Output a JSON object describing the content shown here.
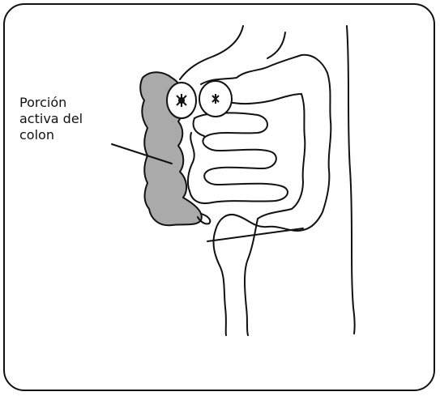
{
  "label": {
    "lines": [
      "Porción",
      "activa del",
      "colon"
    ]
  },
  "colors": {
    "outline": "#111111",
    "active_fill": "#aaaaaa",
    "background": "#ffffff"
  }
}
